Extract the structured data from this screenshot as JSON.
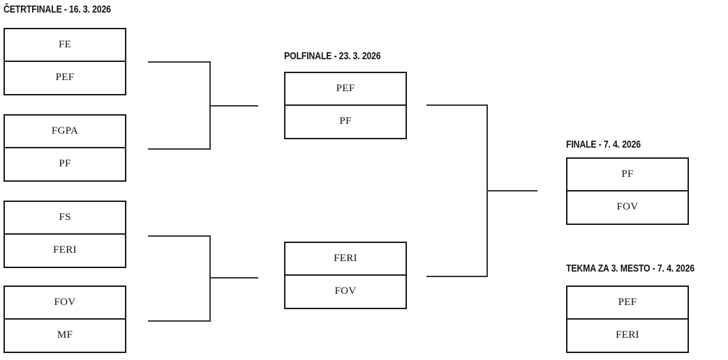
{
  "colors": {
    "box_border": "#1a1a1a",
    "connector": "#333333",
    "text": "#111111",
    "background": "#ffffff"
  },
  "rounds": [
    {
      "id": "quarterfinal",
      "title": "ČETRTFINALE - 16. 3. 2026",
      "matches": [
        {
          "top": "FE",
          "bottom": "PEF"
        },
        {
          "top": "FGPA",
          "bottom": "PF"
        },
        {
          "top": "FS",
          "bottom": "FERI"
        },
        {
          "top": "FOV",
          "bottom": "MF"
        }
      ]
    },
    {
      "id": "semifinal",
      "title": "POLFINALE - 23. 3. 2026",
      "matches": [
        {
          "top": "PEF",
          "bottom": "PF"
        },
        {
          "top": "FERI",
          "bottom": "FOV"
        }
      ]
    },
    {
      "id": "final",
      "title": "FINALE - 7. 4. 2026",
      "matches": [
        {
          "top": "PF",
          "bottom": "FOV"
        }
      ]
    },
    {
      "id": "third-place",
      "title": "TEKMA ZA 3. MESTO - 7. 4. 2026",
      "matches": [
        {
          "top": "PEF",
          "bottom": "FERI"
        }
      ]
    }
  ]
}
